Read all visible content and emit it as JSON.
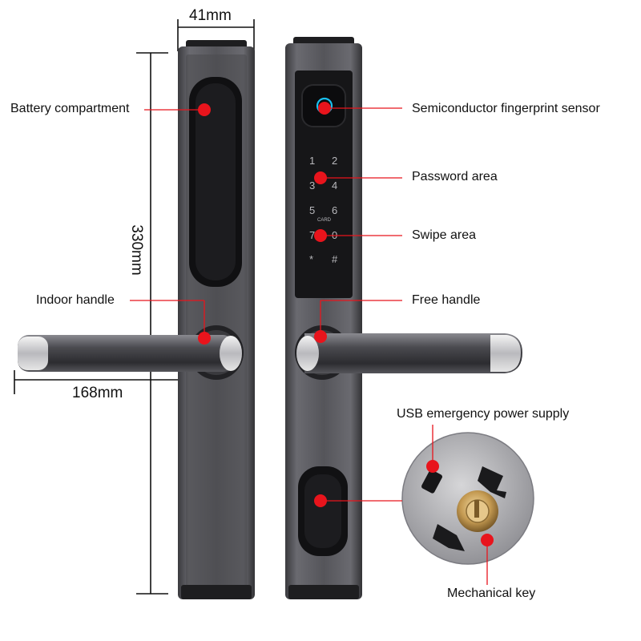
{
  "dimensions": {
    "width": "41mm",
    "height": "330mm",
    "handle_length": "168mm"
  },
  "labels": {
    "battery_compartment": "Battery compartment",
    "fingerprint_sensor": "Semiconductor fingerprint sensor",
    "password_area": "Password area",
    "swipe_area": "Swipe area",
    "indoor_handle": "Indoor handle",
    "free_handle": "Free handle",
    "usb_power": "USB emergency power supply",
    "mechanical_key": "Mechanical key"
  },
  "keypad": {
    "keys": [
      "1",
      "2",
      "3",
      "4",
      "5",
      "6",
      "7",
      "0",
      "*",
      "#"
    ],
    "card_mark": "CARD"
  },
  "colors": {
    "marker": "#e8141c",
    "panel_dark": "#2b2b2e",
    "frame": "#5d5d62",
    "line": "#e8141c"
  }
}
